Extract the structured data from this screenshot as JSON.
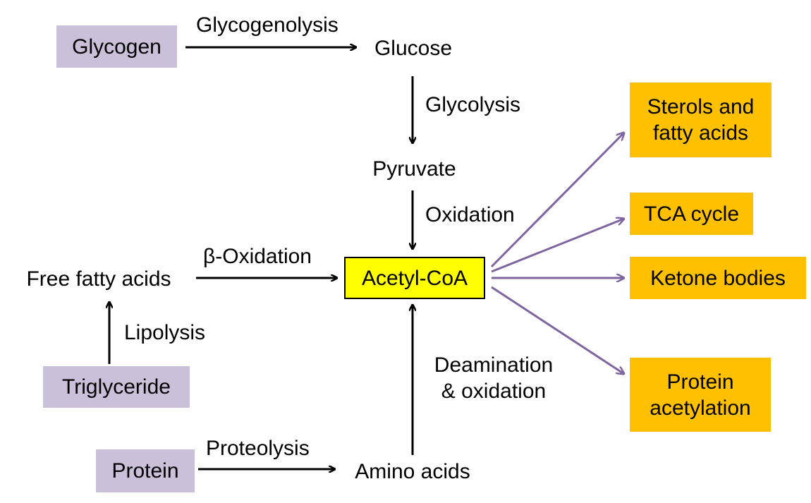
{
  "colors": {
    "source_fill": "#cbc0d9",
    "acetyl_fill": "#ffff00",
    "product_fill": "#ffc000",
    "black_arrow": "#000000",
    "purple_arrow": "#8064a2"
  },
  "nodes": {
    "glycogen": "Glycogen",
    "glucose": "Glucose",
    "pyruvate": "Pyruvate",
    "free_fatty_acids": "Free fatty acids",
    "acetyl_coa": "Acetyl-CoA",
    "triglyceride": "Triglyceride",
    "protein": "Protein",
    "amino_acids": "Amino acids",
    "sterols_fatty_acids": "Sterols and\nfatty acids",
    "tca_cycle": "TCA cycle",
    "ketone_bodies": "Ketone bodies",
    "protein_acetylation": "Protein\nacetylation"
  },
  "edges": {
    "glycogenolysis": "Glycogenolysis",
    "glycolysis": "Glycolysis",
    "oxidation": "Oxidation",
    "beta_oxidation": "β-Oxidation",
    "lipolysis": "Lipolysis",
    "deamination_oxidation": "Deamination\n& oxidation",
    "proteolysis": "Proteolysis"
  }
}
